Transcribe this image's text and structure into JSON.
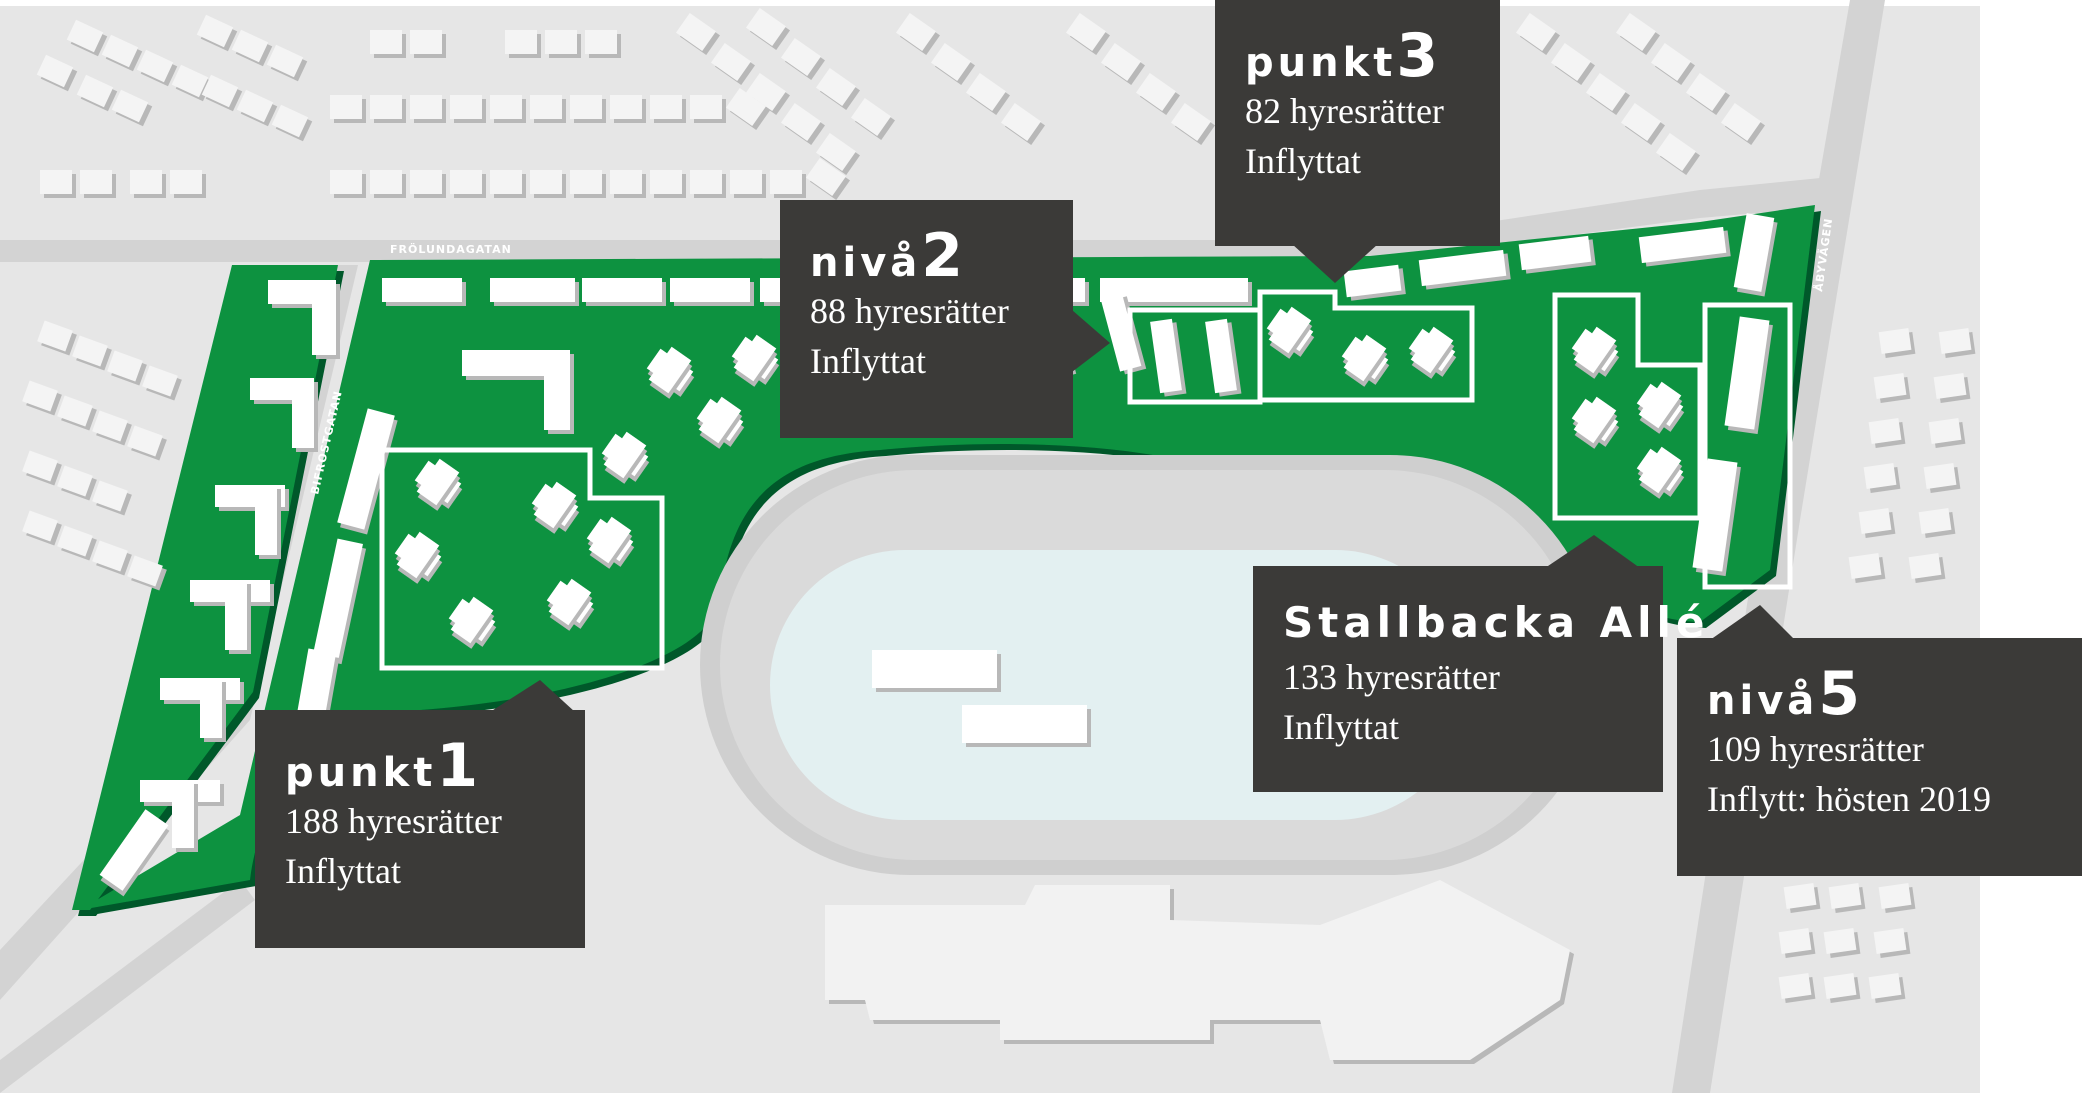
{
  "streets": {
    "frolundagatan": "FRÖLUNDAGATAN",
    "bifrostgatan": "BIFROSTGATAN",
    "abyvagen": "ÅBYVÄGEN"
  },
  "callouts": {
    "punkt1": {
      "word": "punkt",
      "num": "1",
      "units": "188 hyresrätter",
      "status": "Inflyttat"
    },
    "niva2": {
      "word": "nivå",
      "num": "2",
      "units": "88 hyresrätter",
      "status": "Inflyttat"
    },
    "punkt3": {
      "word": "punkt",
      "num": "3",
      "units": "82 hyresrätter",
      "status": "Inflyttat"
    },
    "stallbacka": {
      "name": "Stallbacka Allé",
      "units": "133 hyresrätter",
      "status": "Inflyttat"
    },
    "niva5": {
      "word": "nivå",
      "num": "5",
      "units": "109 hyresrätter",
      "status": "Inflytt: hösten 2019"
    }
  },
  "colors": {
    "background": "#e6e6e6",
    "road": "#d2d2d2",
    "green": "#0a9241",
    "green_dark": "#05612b",
    "track": "#d4d4d4",
    "infield": "#e3f0f1",
    "callout": "#3b3a38",
    "building": "#ffffff"
  }
}
